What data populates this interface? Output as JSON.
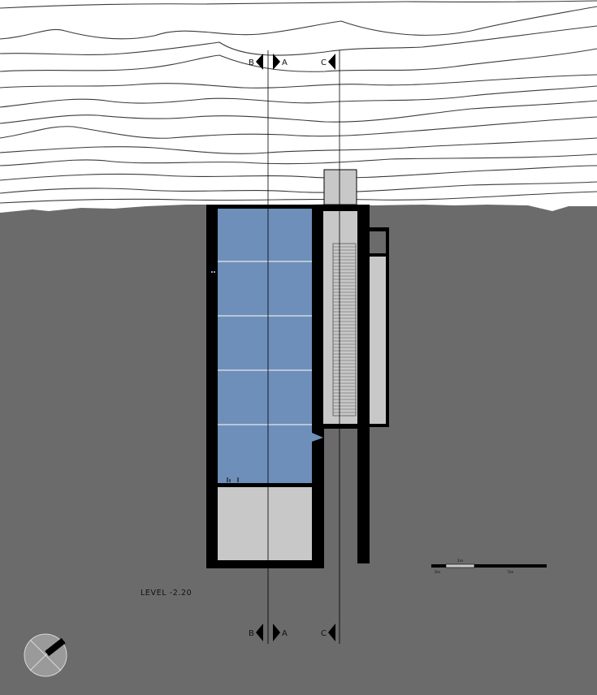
{
  "drawing": {
    "level_label": "LEVEL -2.20",
    "section_markers": {
      "top": {
        "b": "B",
        "a": "A",
        "c": "C"
      },
      "bottom": {
        "b": "B",
        "a": "A",
        "c": "C"
      }
    },
    "scale_bar": {
      "tick_0": "0m",
      "tick_1": "1m",
      "tick_5": "5m"
    },
    "colors": {
      "ground": "#6b6b6b",
      "water": "#6d8fba",
      "wall": "#000000",
      "light_fill": "#c8c8c8",
      "sky": "#ffffff",
      "contour": "#3a3a3a"
    },
    "icons": {
      "north_arrow": "north-arrow-icon",
      "section_arrow": "section-arrow-icon"
    }
  }
}
